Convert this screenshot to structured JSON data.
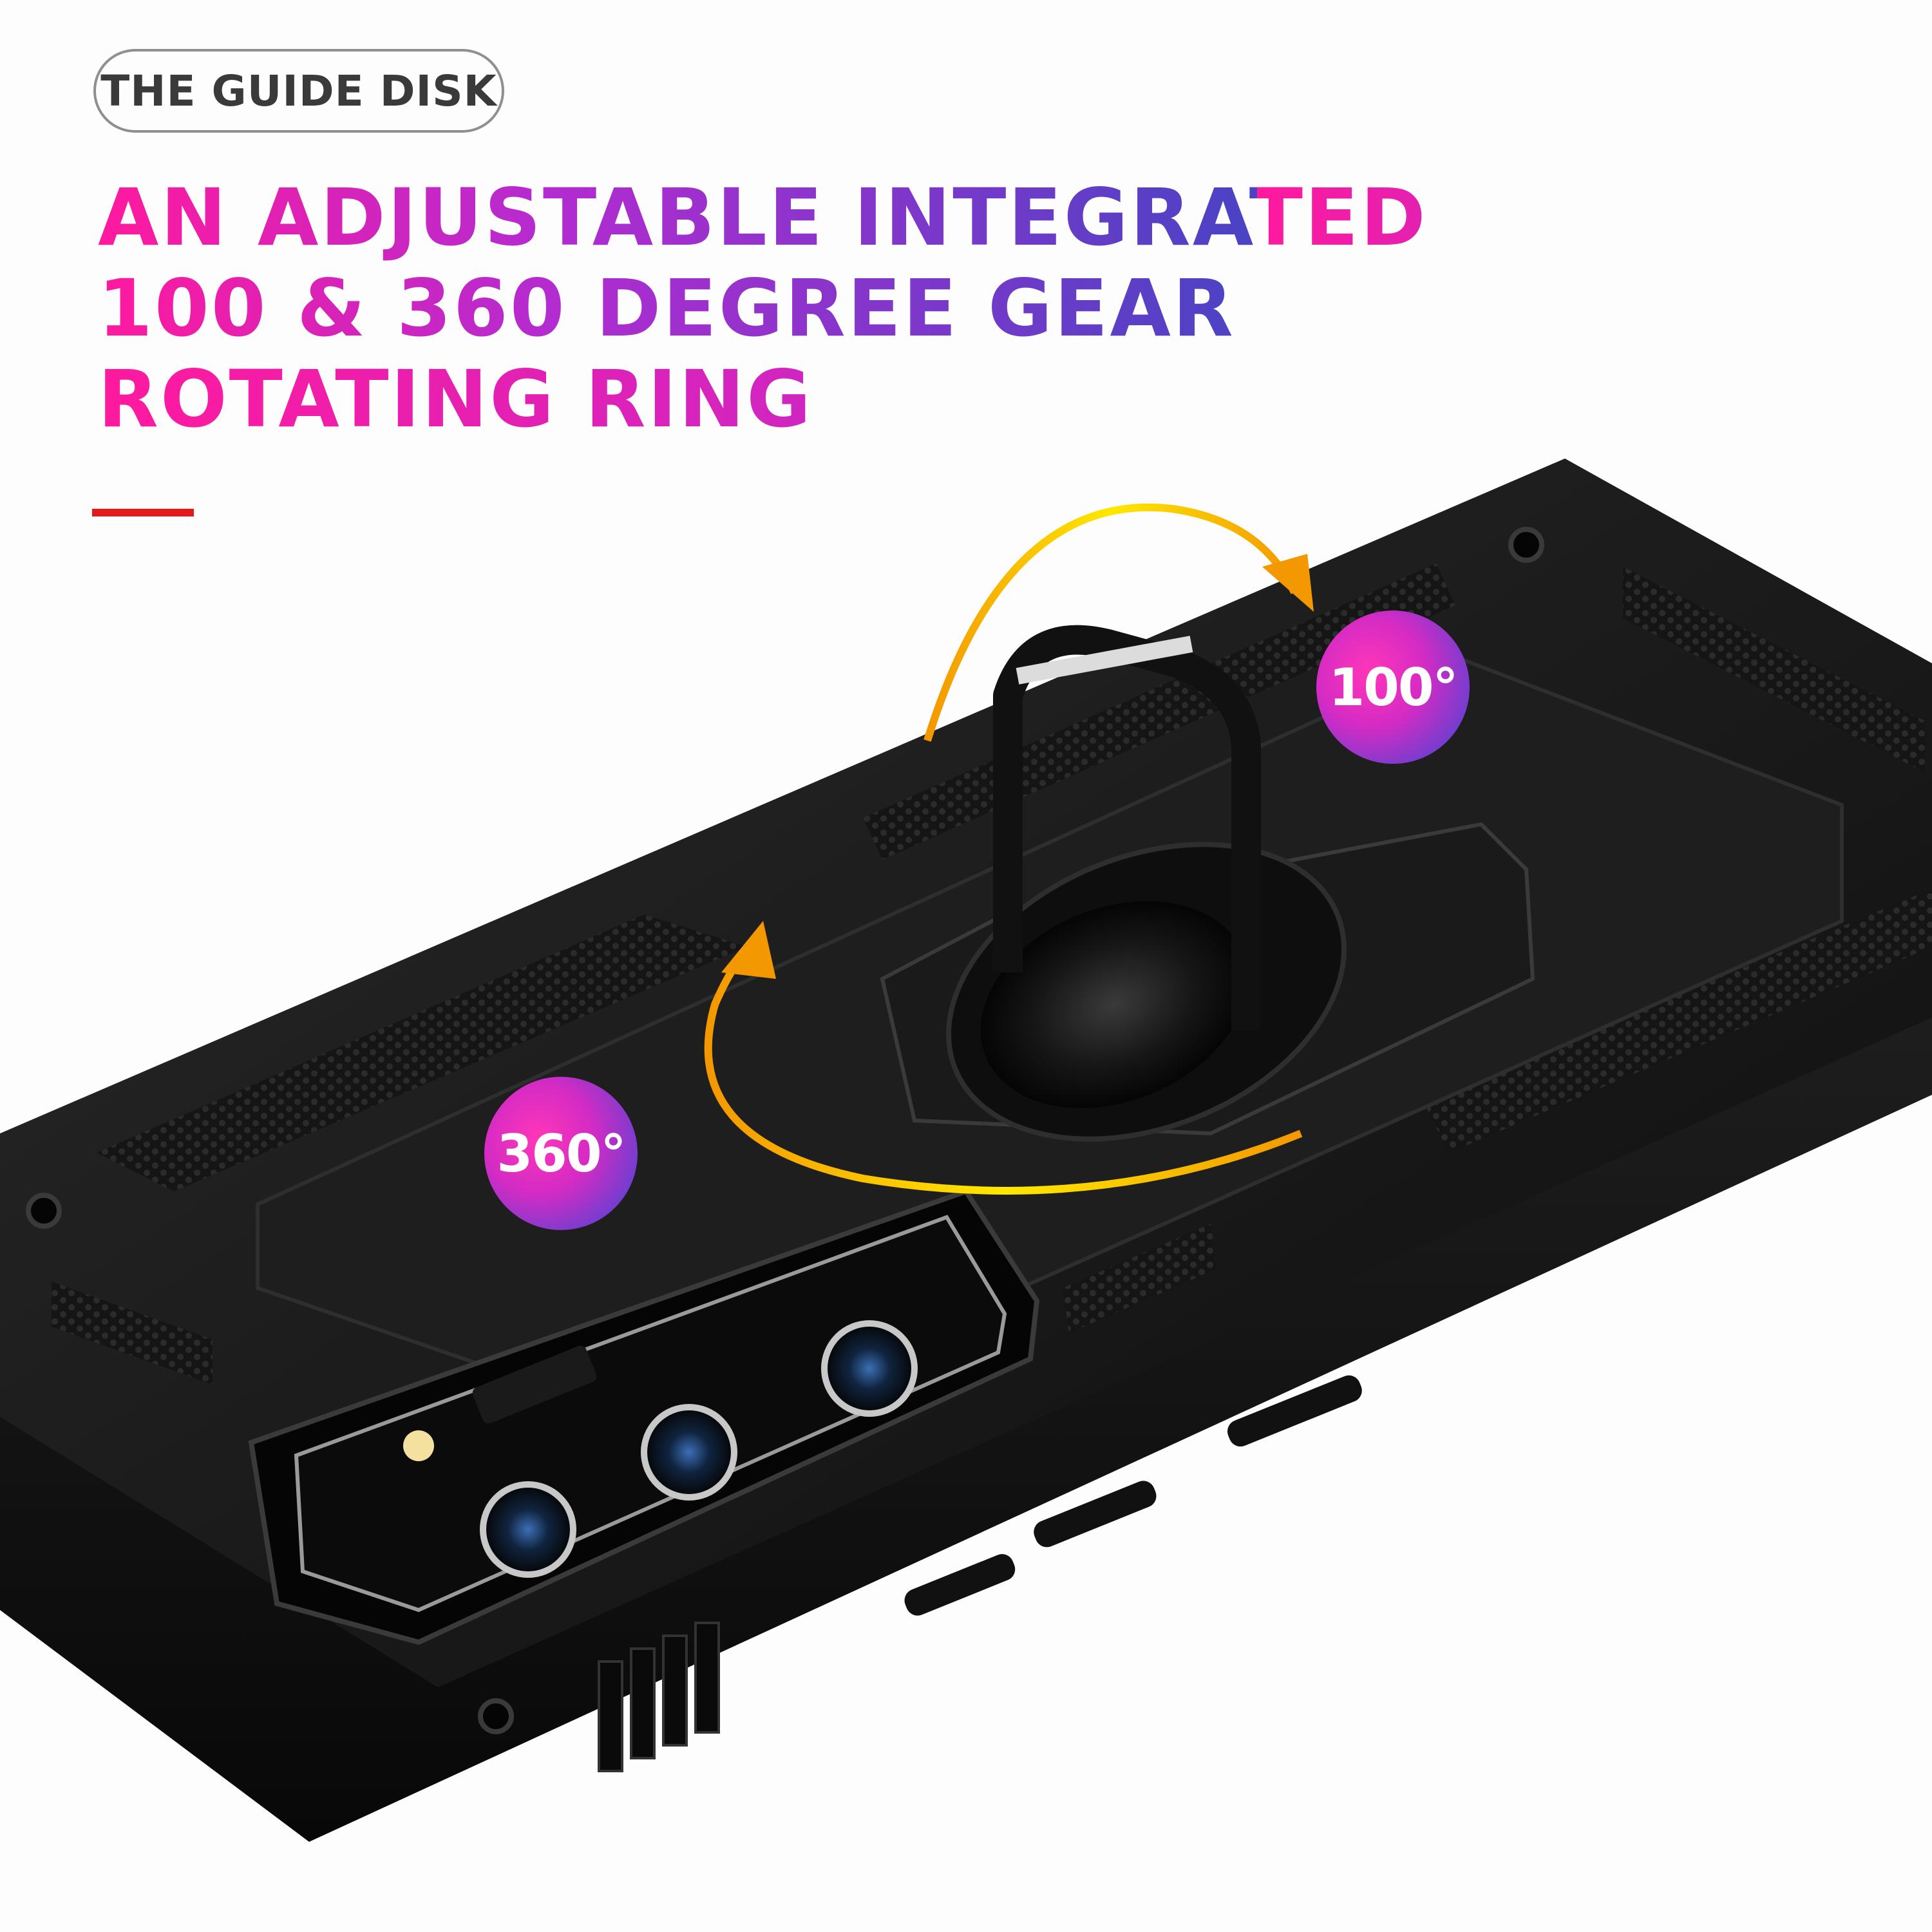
{
  "tag": "THE GUIDE DISK",
  "headline": {
    "line1": "AN ADJUSTABLE INTEGRATED",
    "line2": "100 & 360 DEGREE GEAR",
    "line3": "ROTATING RING"
  },
  "badges": {
    "upper": "100°",
    "lower": "360°"
  },
  "colors": {
    "headline_start": "#ff1a9e",
    "headline_end": "#4a43c4",
    "accent_line": "#e11b1b",
    "arrow": "#f5b400",
    "case": "#1a1a1a"
  }
}
